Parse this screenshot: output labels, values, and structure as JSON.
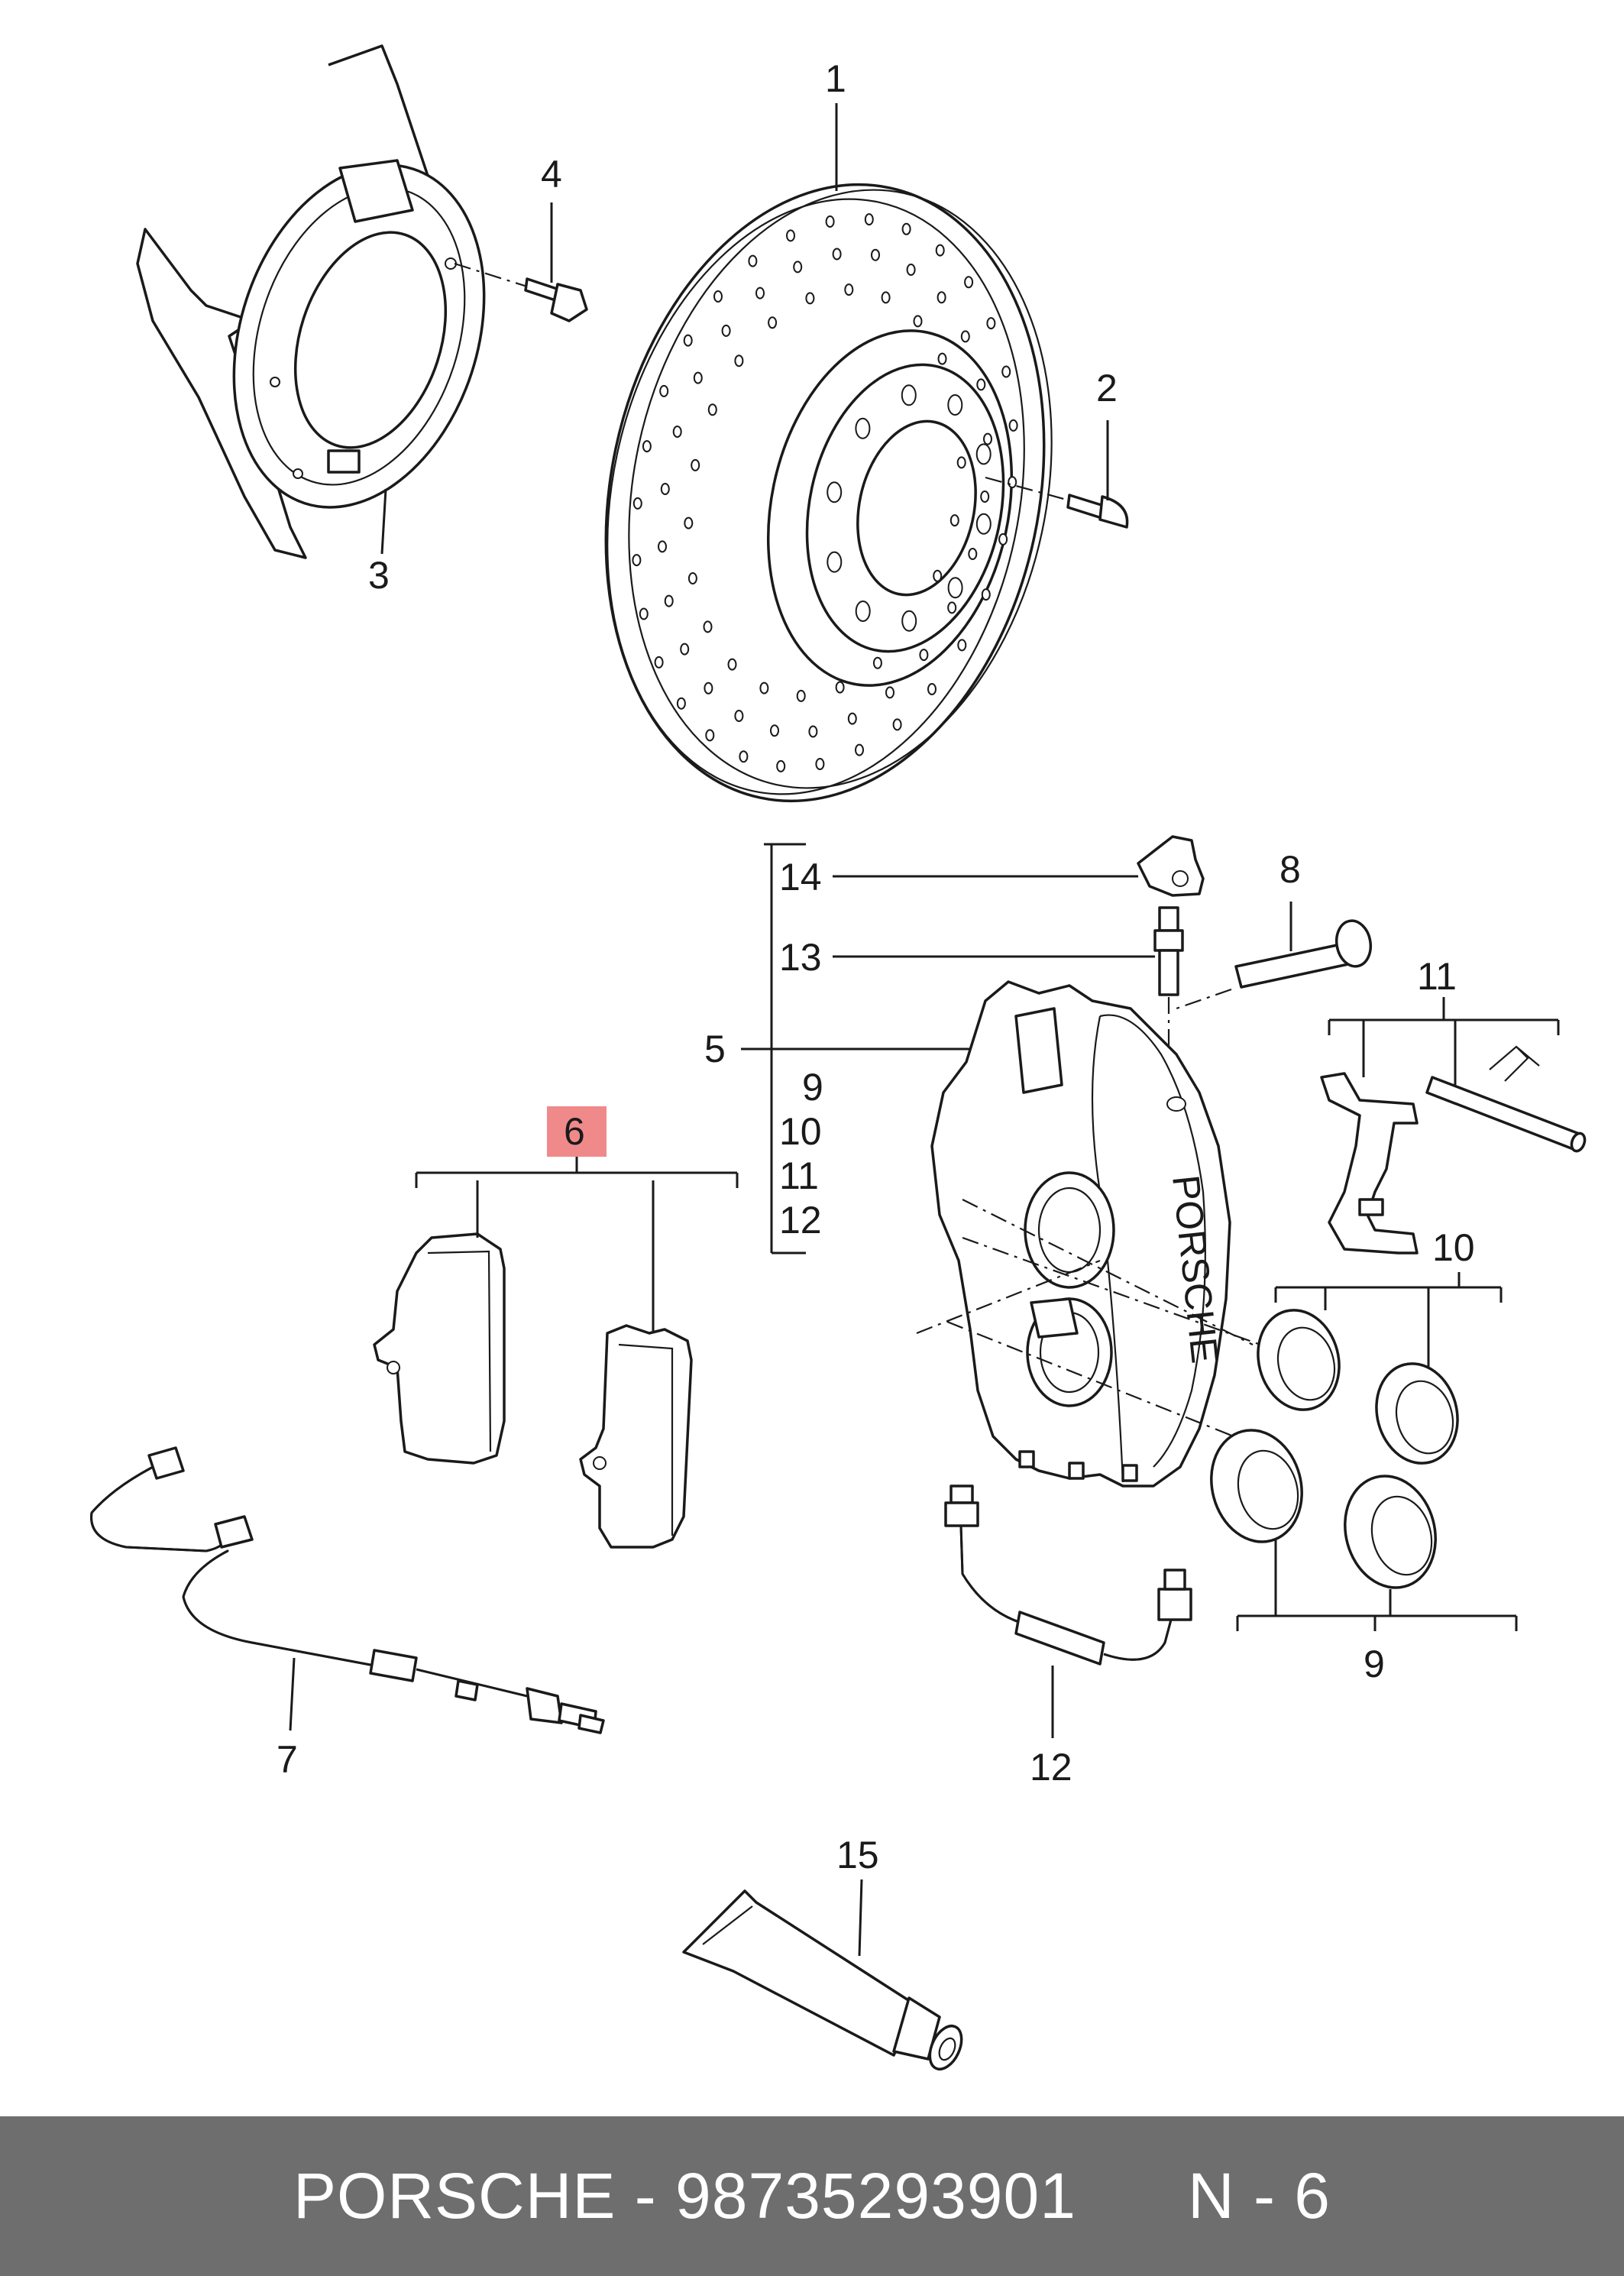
{
  "callouts": {
    "c1": "1",
    "c2": "2",
    "c3": "3",
    "c4": "4",
    "c5": "5",
    "c6": "6",
    "c7": "7",
    "c8": "8",
    "c9a": "9",
    "c9b": "9",
    "c10a": "10",
    "c10b": "10",
    "c11a": "11",
    "c11b": "11",
    "c12a": "12",
    "c12b": "12",
    "c13": "13",
    "c14": "14",
    "c15": "15"
  },
  "caliper_text": "PORSCHE",
  "highlight_color": "#f08a8a",
  "footer": {
    "brand": "PORSCHE",
    "separator": " - ",
    "part_number": "98735293901",
    "position": "N - 6"
  }
}
